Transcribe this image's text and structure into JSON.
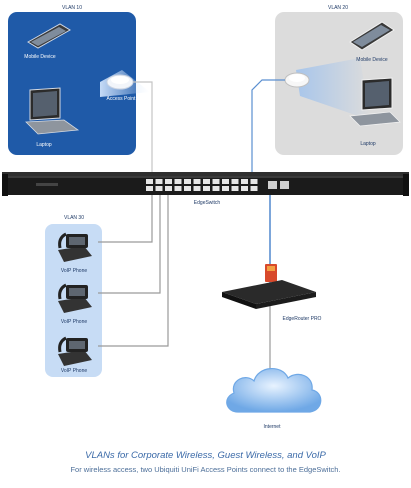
{
  "vlans": {
    "corporate": {
      "label": "VLAN 10",
      "color": "#1f5aa8"
    },
    "guest": {
      "label": "VLAN 20",
      "color": "#dcdcdc"
    },
    "voip": {
      "label": "VLAN 30",
      "color": "#c7dcf5"
    }
  },
  "devices": {
    "corp_tablet": "Mobile Device",
    "corp_ap": "Access Point",
    "corp_laptop": "Laptop",
    "guest_tablet": "Mobile Device",
    "guest_laptop": "Laptop",
    "phone_1": "VoIP Phone",
    "phone_2": "VoIP Phone",
    "phone_3": "VoIP Phone",
    "switch": "EdgeSwitch",
    "router": "EdgeRouter PRO",
    "internet": "Internet"
  },
  "caption": {
    "title": "VLANs for Corporate Wireless, Guest Wireless, and VoIP",
    "subtitle": "For wireless access, two Ubiquiti UniFi Access Points connect to the EdgeSwitch."
  },
  "colors": {
    "cable_blue": "#5b8fd0",
    "cable_grey": "#9a9a9a",
    "switch_body": "#1b1b1b",
    "cloud": "#6fa8e6"
  }
}
